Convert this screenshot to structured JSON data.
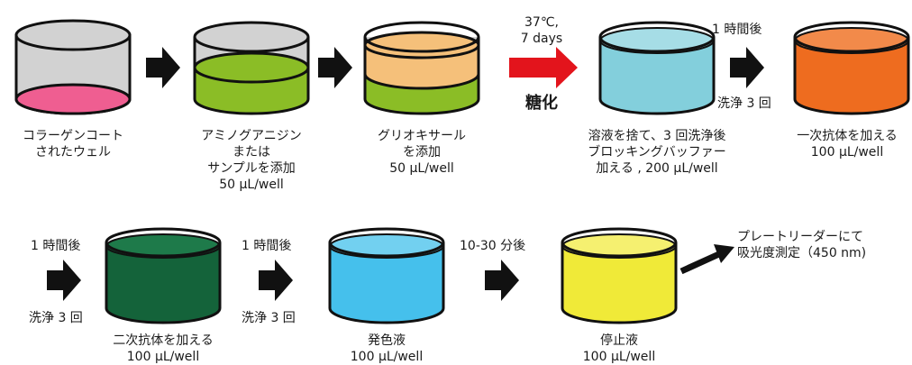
{
  "colors": {
    "empty_bottom": "#ef5e91",
    "aminoguanidine": "#8bbd26",
    "glyoxal_top": "#f5c07a",
    "blocking": "#83cfdc",
    "primary_ab": "#ee6c1f",
    "secondary_ab": "#14633a",
    "color_dev": "#45c0ec",
    "stop": "#f0ea38",
    "incubate_arrow": "#e3141c",
    "arrow": "#111111"
  },
  "wells": [
    {
      "lines": [
        "コラーゲンコート",
        "されたウェル"
      ]
    },
    {
      "lines": [
        "アミノグアニジン",
        "または",
        "サンプルを添加",
        "50 μL/well"
      ]
    },
    {
      "lines": [
        "グリオキサール",
        "を添加",
        "50 μL/well"
      ]
    },
    {
      "lines": [
        "溶液を捨て、3 回洗浄後",
        "ブロッキングバッファー",
        "加える , 200 μL/well"
      ]
    },
    {
      "lines": [
        "一次抗体を加える",
        "100 μL/well"
      ]
    },
    {
      "lines": [
        "二次抗体を加える",
        "100 μL/well"
      ]
    },
    {
      "lines": [
        "発色液",
        "100 μL/well"
      ]
    },
    {
      "lines": [
        "停止液",
        "100 μL/well"
      ]
    }
  ],
  "steps": {
    "incubate_top": "37℃,",
    "incubate_bottom": "7 days",
    "glycation": "糖化",
    "after_1h": "1 時間後",
    "wash_3": "洗浄 3 回",
    "after_10_30": "10-30 分後"
  },
  "reader": [
    "プレートリーダーにて",
    "吸光度測定（450 nm)"
  ]
}
